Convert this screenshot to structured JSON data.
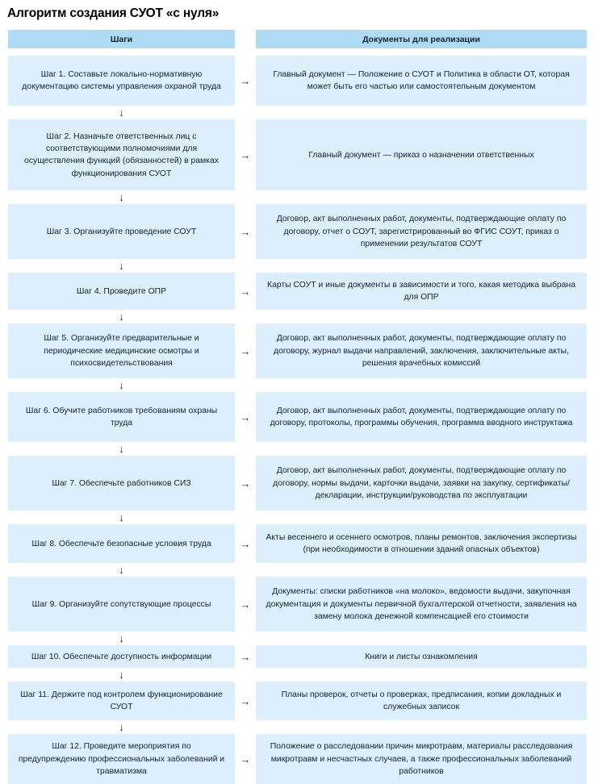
{
  "title": "Алгоритм создания СУОТ «с нуля»",
  "columns": {
    "steps_header": "Шаги",
    "documents_header": "Документы для реализации"
  },
  "icons": {
    "arrow_right": "→",
    "arrow_down": "↓"
  },
  "colors": {
    "header_fill": "#aedcf4",
    "cell_fill": "#dceffc",
    "page_background": "#ffffff",
    "text": "#13222e",
    "title_text": "#000000"
  },
  "rows": [
    {
      "step": "Шаг 1. Составьте локально-нормативную документацию системы управления охраной труда",
      "documents": "Главный документ — Положение о  СУОТ и Политика в области ОТ, которая может быть его частью или самостоятельным документом"
    },
    {
      "step": "Шаг 2. Назначьте ответственных лиц с соответствующими полномочиями для осуществления функций (обязанностей) в рамках функционирования СУОТ",
      "documents": "Главный документ — приказ о назначении ответственных"
    },
    {
      "step": "Шаг 3. Организуйте проведение СОУТ",
      "documents": "Договор, акт выполненных работ, документы, подтверждающие оплату по договору, отчет о  СОУТ, зарегистрированный во ФГИС СОУТ, приказ о применении результатов СОУТ"
    },
    {
      "step": "Шаг 4. Проведите ОПР",
      "documents": "Карты СОУТ и иные документы в зависимости и того, какая методика выбрана для ОПР"
    },
    {
      "step": "Шаг 5. Организуйте предварительные и периодические медицинские осмотры и психосвидетельствования",
      "documents": "Договор, акт выполненных работ, документы, подтверждающие оплату по договору, журнал выдачи направлений, заключения, заключительные акты, решения врачебных комиссий"
    },
    {
      "step": "Шаг 6. Обучите работников требованиям охраны труда",
      "documents": "Договор, акт выполненных работ, документы, подтверждающие оплату по договору, протоколы, программы обучения, программа вводного инструктажа"
    },
    {
      "step": "Шаг 7. Обеспечьте работников СИЗ",
      "documents": "Договор, акт выполненных работ, документы, подтверждающие оплату по договору, нормы выдачи, карточки выдачи, заявки на закупку, сертификаты/декларации, инструкции/руководства по эксплуатации"
    },
    {
      "step": "Шаг 8. Обеспечьте безопасные условия труда",
      "documents": "Акты весеннего и осеннего осмотров, планы ремонтов, заключения экспертизы (при необходимости в отношении зданий опасных объектов)"
    },
    {
      "step": "Шаг 9. Организуйте сопутствующие процессы",
      "documents": "Документы: списки работников «на молоко», ведомости выдачи, закупочная документация и документы первичной бухгалтерской отчетности, заявления на замену молока денежной компенсацией его стоимости"
    },
    {
      "step": "Шаг 10. Обеспечьте доступность информации",
      "documents": "Книги и листы ознакомления"
    },
    {
      "step": "Шаг 11. Держите под контролем функционирование СУОТ",
      "documents": "Планы проверок, отчеты о проверках, предписания, копии докладных и служебных записок"
    },
    {
      "step": "Шаг 12. Проведите мероприятия по предупреждению профессиональных заболеваний и травматизма",
      "documents": "Положение о расследовании причин микротравм, материалы расследования микротравм и несчастных случаев, а также профессиональных заболеваний работников"
    }
  ]
}
